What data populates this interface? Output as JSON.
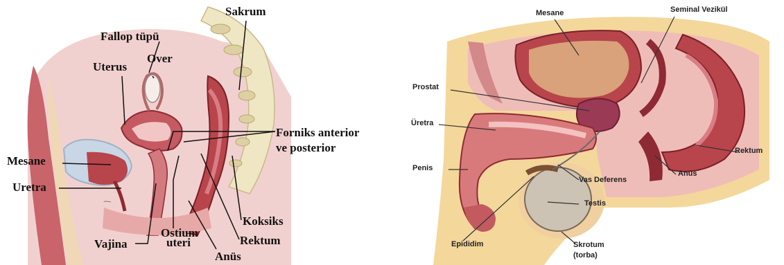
{
  "female_panel": {
    "labels": {
      "sakrum": "Sakrum",
      "fallop_tupu": "Fallop tüpü",
      "uterus": "Uterus",
      "over": "Over",
      "forniks_line1": "Forniks anterior",
      "forniks_line2": "ve posterior",
      "mesane": "Mesane",
      "uretra": "Uretra",
      "koksiks": "Koksiks",
      "ostium_line1": "Ostium",
      "ostium_line2": "uteri",
      "rektum": "Rektum",
      "vajina": "Vajina",
      "anus": "Anüs"
    }
  },
  "male_panel": {
    "labels": {
      "mesane": "Mesane",
      "seminal_vezikul": "Seminal Vezikül",
      "prostat": "Prostat",
      "uretra": "Üretra",
      "rektum": "Rektum",
      "penis": "Penis",
      "vas_deferens": "Vas Deferens",
      "anus": "Anüs",
      "testis": "Testis",
      "epididim": "Epididim",
      "skrotum_line1": "Skrotum",
      "skrotum_line2": "(torba)"
    }
  },
  "colors": {
    "bone": "#efe6c4",
    "muscle": "#b8454b",
    "muscle_dark": "#8e2a33",
    "tissue": "#e9b7b6",
    "fat": "#f4d79a",
    "bladder": "#d9a27a",
    "testis": "#ccc3b4"
  }
}
